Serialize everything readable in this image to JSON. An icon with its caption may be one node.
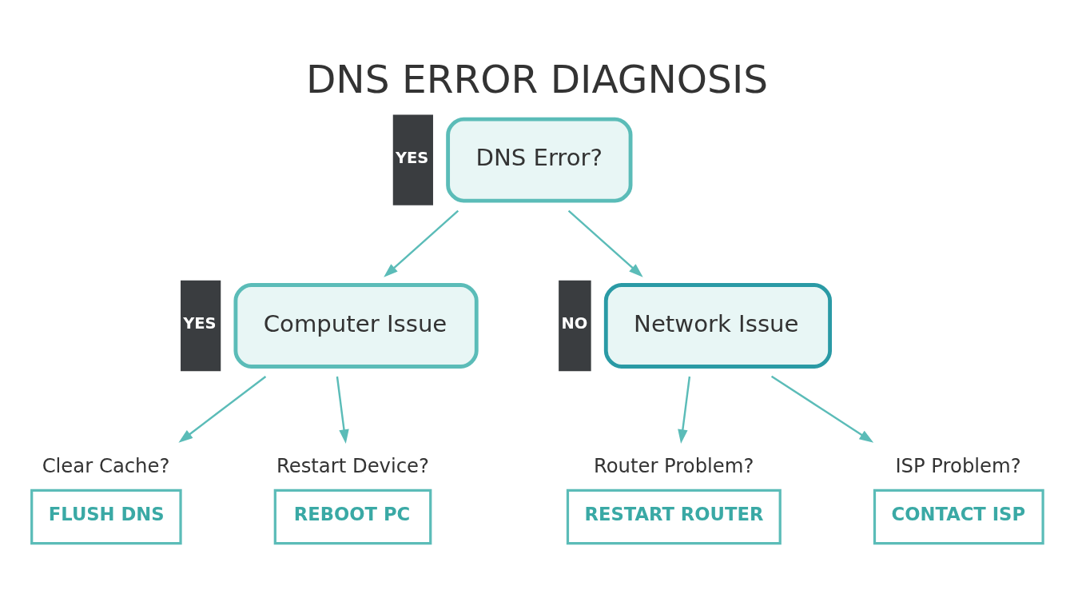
{
  "diagram": {
    "title": "DNS ERROR DIAGNOSIS",
    "nodes": [
      {
        "text": [
          "DNS Error?"
        ],
        "beside": [
          "YES"
        ]
      },
      {
        "text": [
          "Computer Issue"
        ],
        "beside": [
          "YES"
        ]
      },
      {
        "text": [
          "Network Issue"
        ],
        "beside": [
          "NO"
        ]
      },
      {
        "text": [
          "Clear Cache?",
          "FLUSH DNS"
        ]
      },
      {
        "text": [
          "Restart Device?",
          "REBOOT PC"
        ]
      },
      {
        "text": [
          "Router Problem?",
          "RESTART ROUTER"
        ]
      },
      {
        "text": [
          "ISP Problem?",
          "CONTACT ISP"
        ]
      }
    ],
    "edges": [
      {
        "from": 0,
        "to": 1,
        "arrow": "to"
      },
      {
        "from": 0,
        "to": 2,
        "arrow": "to"
      },
      {
        "from": 1,
        "to": 3,
        "arrow": "to"
      },
      {
        "from": 1,
        "to": 4,
        "arrow": "to"
      },
      {
        "from": 2,
        "to": 5,
        "arrow": "to"
      },
      {
        "from": 2,
        "to": 6,
        "arrow": "to"
      }
    ]
  }
}
